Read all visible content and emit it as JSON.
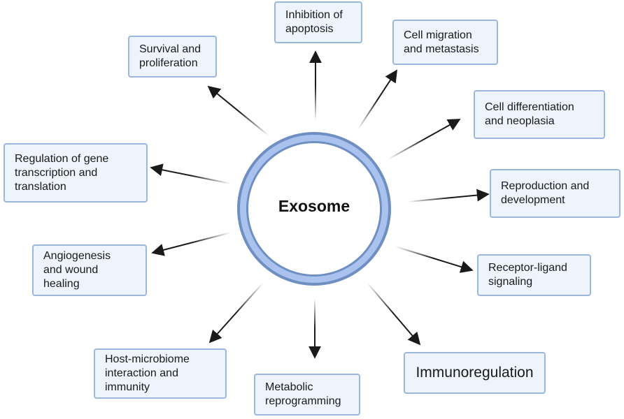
{
  "center": {
    "label": "Exosome"
  },
  "colors": {
    "ring_outer": "#6f8fc2",
    "ring_fill": "#a9c3ee",
    "box_fill": "#eef4fc",
    "box_border": "#9bb7dd",
    "arrow": "#1a1a1a"
  },
  "functions": [
    {
      "label": "Inhibition of\napoptosis"
    },
    {
      "label": "Cell migration\nand metastasis"
    },
    {
      "label": "Cell differentiation\nand neoplasia"
    },
    {
      "label": "Reproduction and\ndevelopment"
    },
    {
      "label": "Receptor-ligand\nsignaling"
    },
    {
      "label": "Immunoregulation"
    },
    {
      "label": "Metabolic\nreprogramming"
    },
    {
      "label": "Host-microbiome\ninteraction and\nimmunity"
    },
    {
      "label": "Angiogenesis\nand wound\nhealing"
    },
    {
      "label": "Regulation of gene\ntranscription and\ntranslation"
    },
    {
      "label": "Survival and\nproliferation"
    }
  ]
}
